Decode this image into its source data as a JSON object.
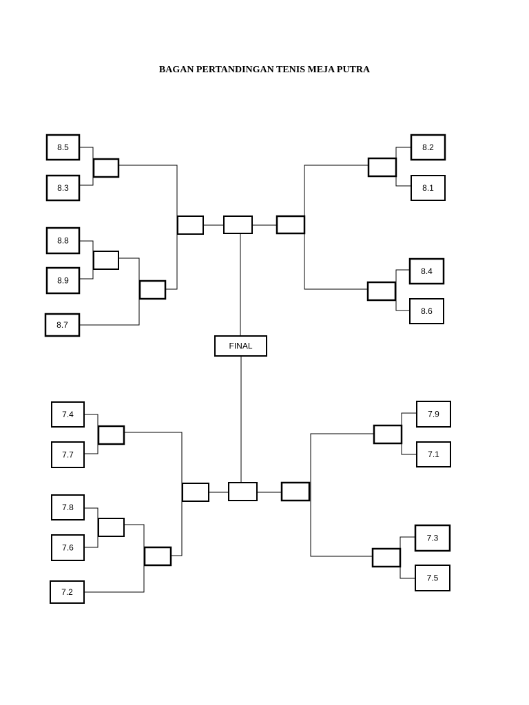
{
  "title": "BAGAN PERTANDINGAN TENIS MEJA PUTRA",
  "final_label": "FINAL",
  "groups": {
    "group_8_left": [
      "8.5",
      "8.3",
      "8.8",
      "8.9",
      "8.7"
    ],
    "group_8_right": [
      "8.2",
      "8.1",
      "8.4",
      "8.6"
    ],
    "group_7_left": [
      "7.4",
      "7.7",
      "7.8",
      "7.6",
      "7.2"
    ],
    "group_7_right": [
      "7.9",
      "7.1",
      "7.3",
      "7.5"
    ]
  }
}
